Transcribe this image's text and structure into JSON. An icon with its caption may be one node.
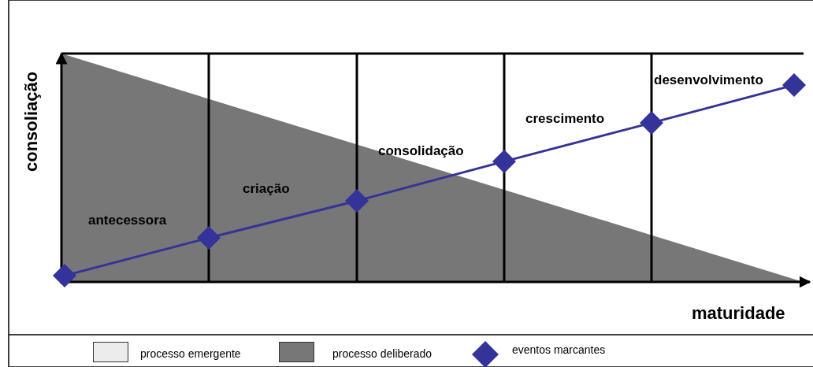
{
  "diagram": {
    "nodes": [
      {
        "text": [],
        "shape": "diamond"
      },
      {
        "text": [],
        "shape": "diamond"
      },
      {
        "text": [],
        "shape": "diamond"
      },
      {
        "text": [],
        "shape": "diamond"
      },
      {
        "text": [],
        "shape": "diamond"
      },
      {
        "text": [],
        "shape": "diamond"
      }
    ],
    "edges": [
      {
        "from": 0,
        "to": 1,
        "arrow": "none"
      },
      {
        "from": 1,
        "to": 2,
        "arrow": "none"
      },
      {
        "from": 2,
        "to": 3,
        "arrow": "none"
      },
      {
        "from": 3,
        "to": 4,
        "arrow": "none"
      },
      {
        "from": 4,
        "to": 5,
        "arrow": "none"
      }
    ],
    "labels": [
      "consoliação",
      "desenvolvimento",
      "crescimento",
      "consolidação",
      "criação",
      "antecessora",
      "maturidade"
    ],
    "legend": [
      {
        "text": "processo emergente",
        "color": "#ececec"
      },
      {
        "text": "processo deliberado",
        "color": "#777777"
      },
      {
        "text": "eventos marcantes"
      }
    ]
  }
}
